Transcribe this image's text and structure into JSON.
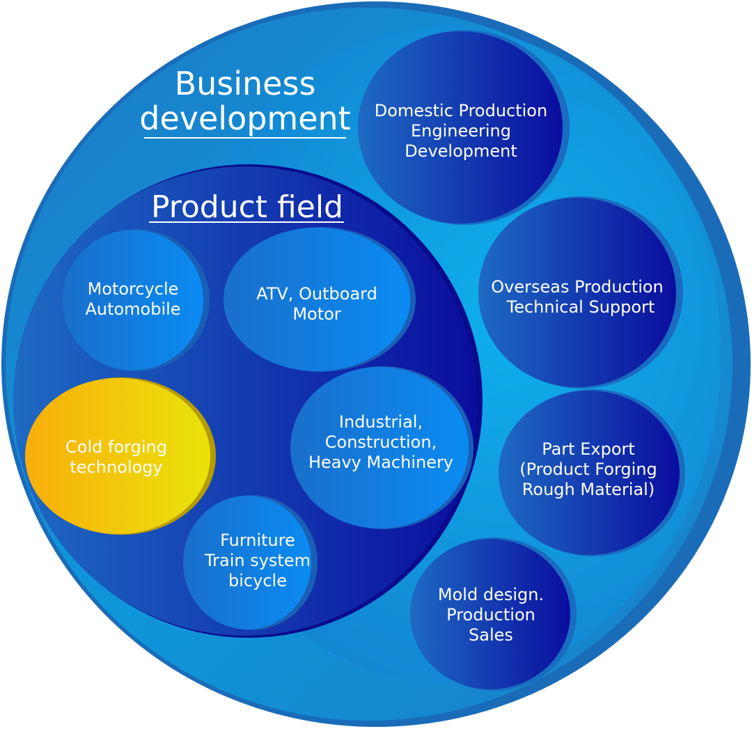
{
  "outer": {
    "title_lines": [
      "Business",
      "development"
    ]
  },
  "product_field": {
    "title": "Product field",
    "items": [
      {
        "lines": [
          "Motorcycle",
          "Automobile"
        ]
      },
      {
        "lines": [
          "ATV, Outboard",
          "Motor"
        ]
      },
      {
        "lines": [
          "Cold forging",
          "technology"
        ]
      },
      {
        "lines": [
          "Industrial,",
          "Construction,",
          "Heavy Machinery"
        ]
      },
      {
        "lines": [
          "Furniture",
          "Train system",
          "bicycle"
        ]
      }
    ]
  },
  "business_items": [
    {
      "lines": [
        "Domestic Production",
        "Engineering",
        "Development"
      ]
    },
    {
      "lines": [
        "Overseas Production",
        "Technical Support"
      ]
    },
    {
      "lines": [
        "Part Export",
        "(Product Forging",
        "Rough Material)"
      ]
    },
    {
      "lines": [
        "Mold design.",
        "Production",
        "Sales"
      ]
    }
  ],
  "colors": {
    "outer_light": "#11a7e6",
    "outer_dark": "#1b73bd",
    "navy_light": "#1f6cc5",
    "navy_dark": "#0b0d9c",
    "bubble_light": "#0a8cf0",
    "bubble_mid": "#1873cf",
    "gold_left": "#f8b10a",
    "gold_right": "#e8e00a",
    "text": "#ffffff"
  }
}
